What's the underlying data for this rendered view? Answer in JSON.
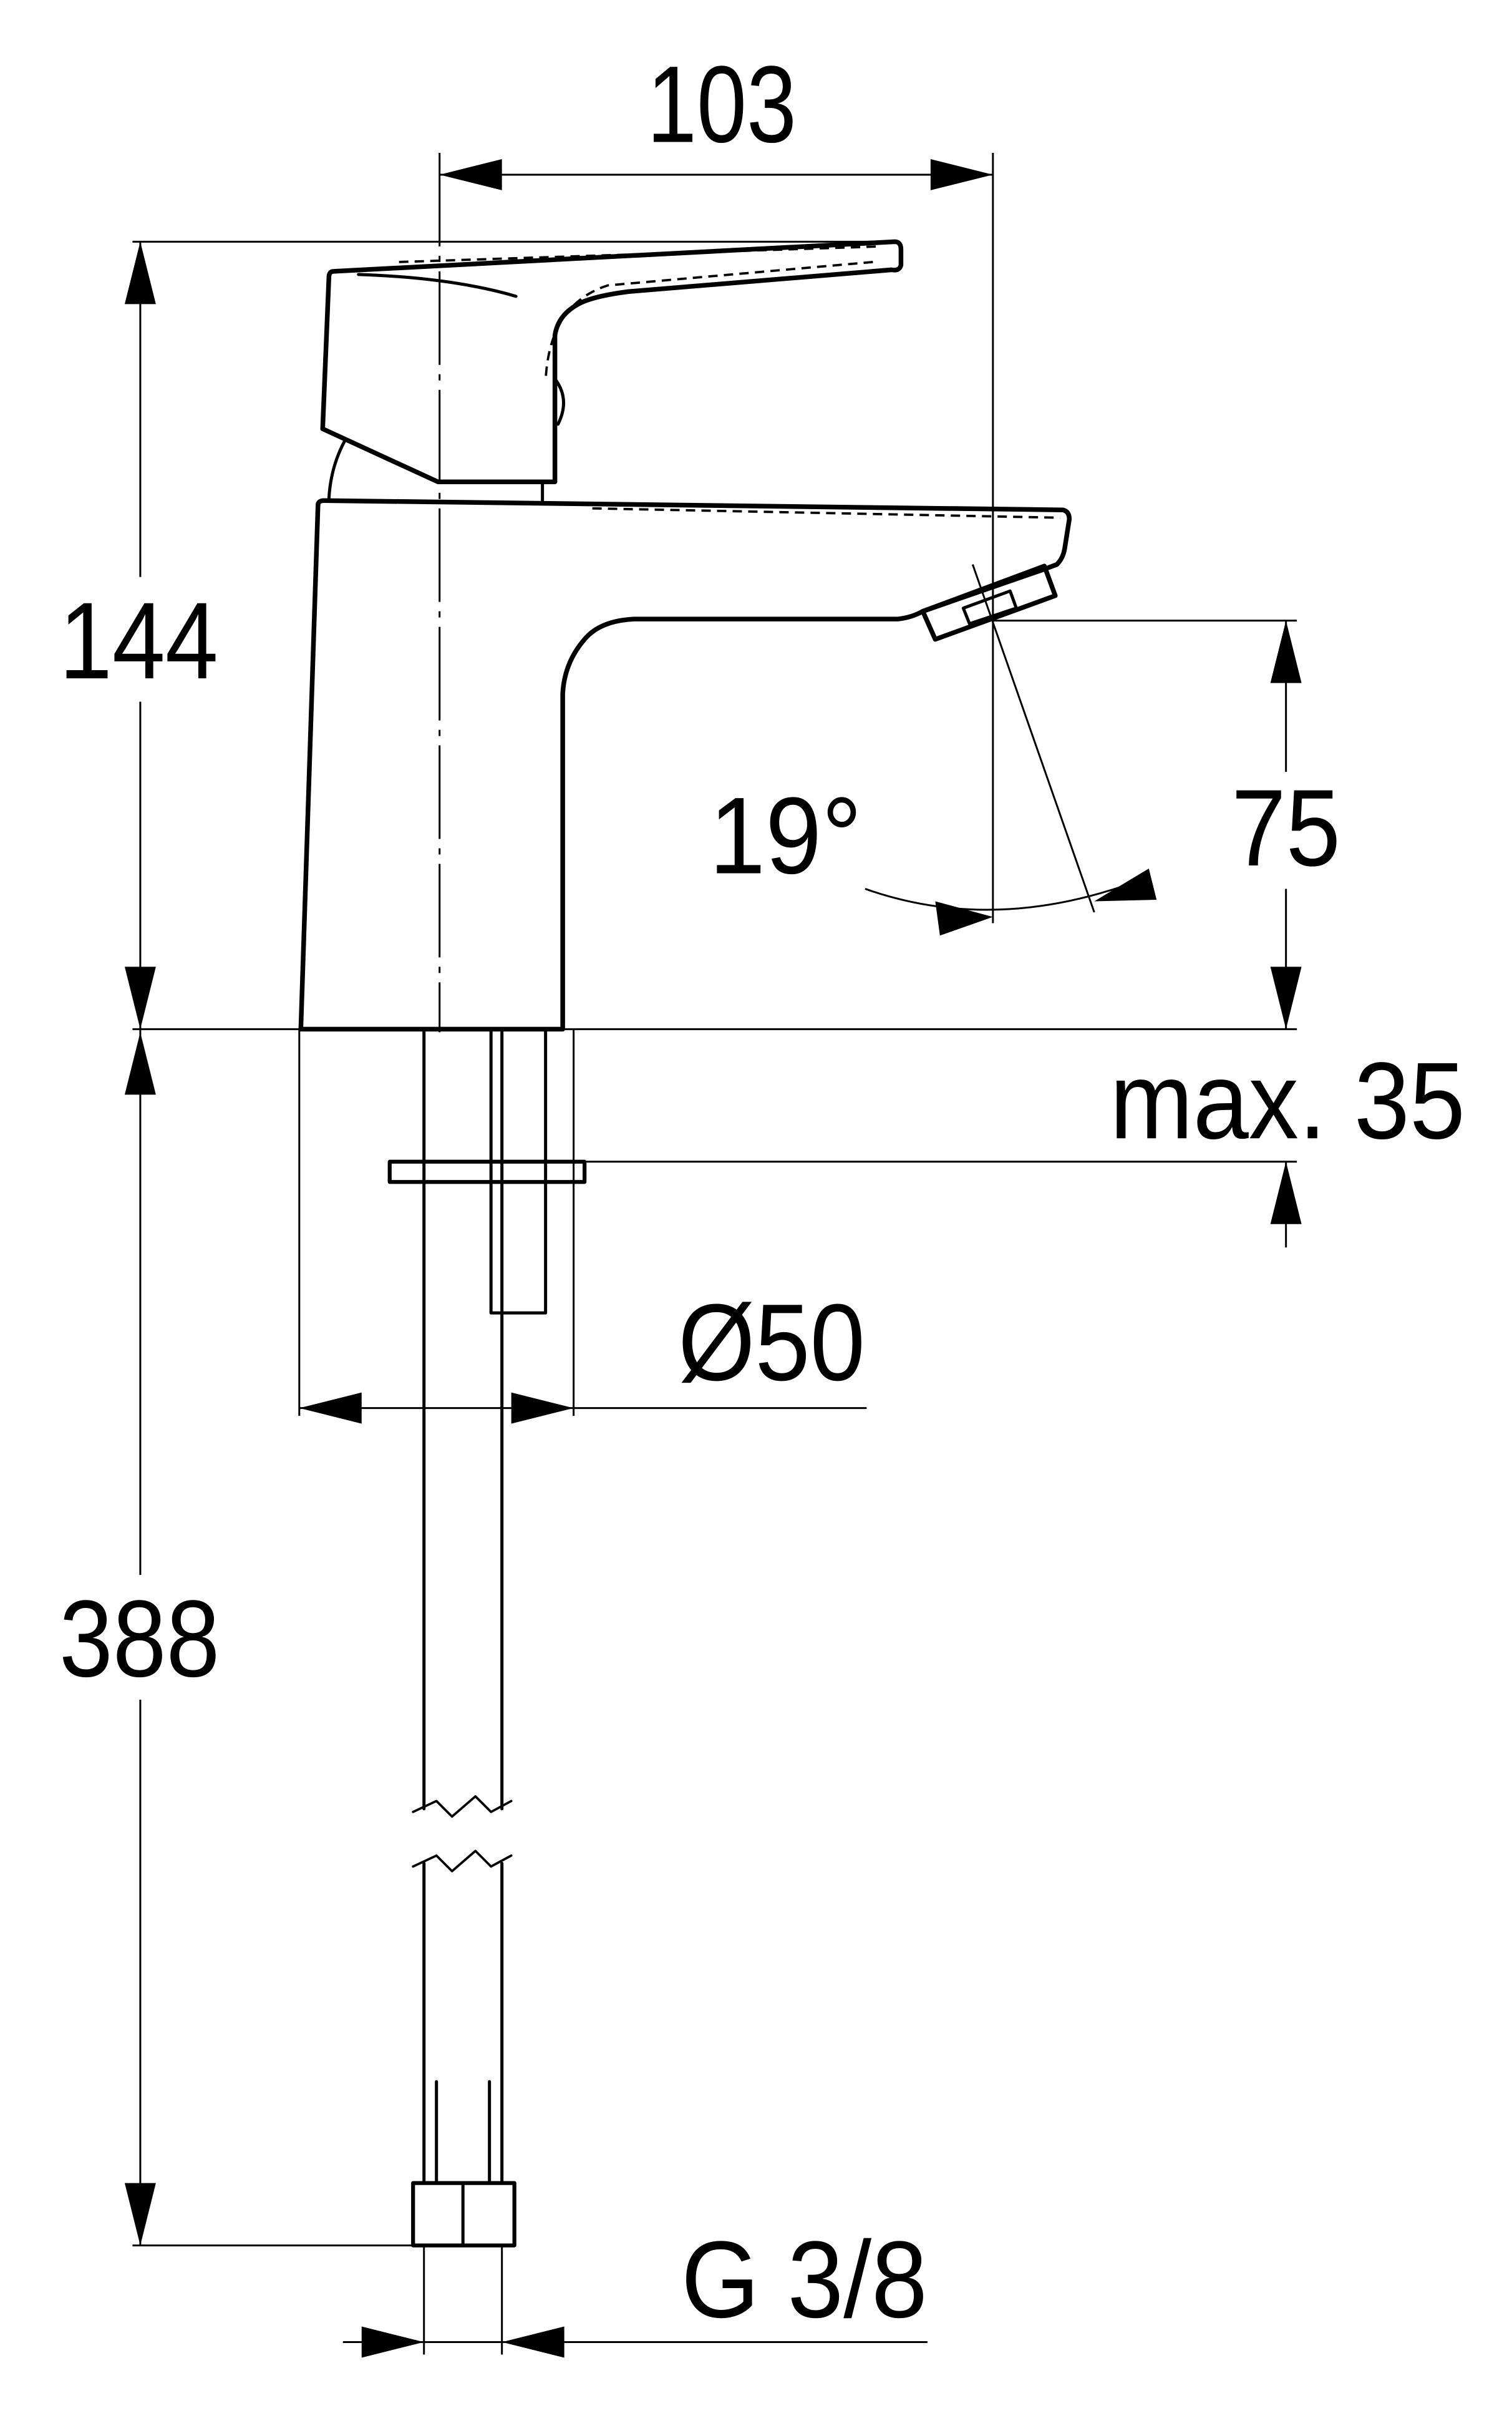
{
  "title": "Single-lever basin mixer dimension drawing",
  "dimensions": {
    "spout_projection": "103",
    "mixer_height": "144",
    "spout_height": "75",
    "spout_angle": "19°",
    "max_deck_thickness": "max. 35",
    "base_diameter": "Ø50",
    "hose_length": "388",
    "connection_thread": "G 3/8"
  },
  "colors": {
    "line": "#000000",
    "background": "#ffffff"
  }
}
